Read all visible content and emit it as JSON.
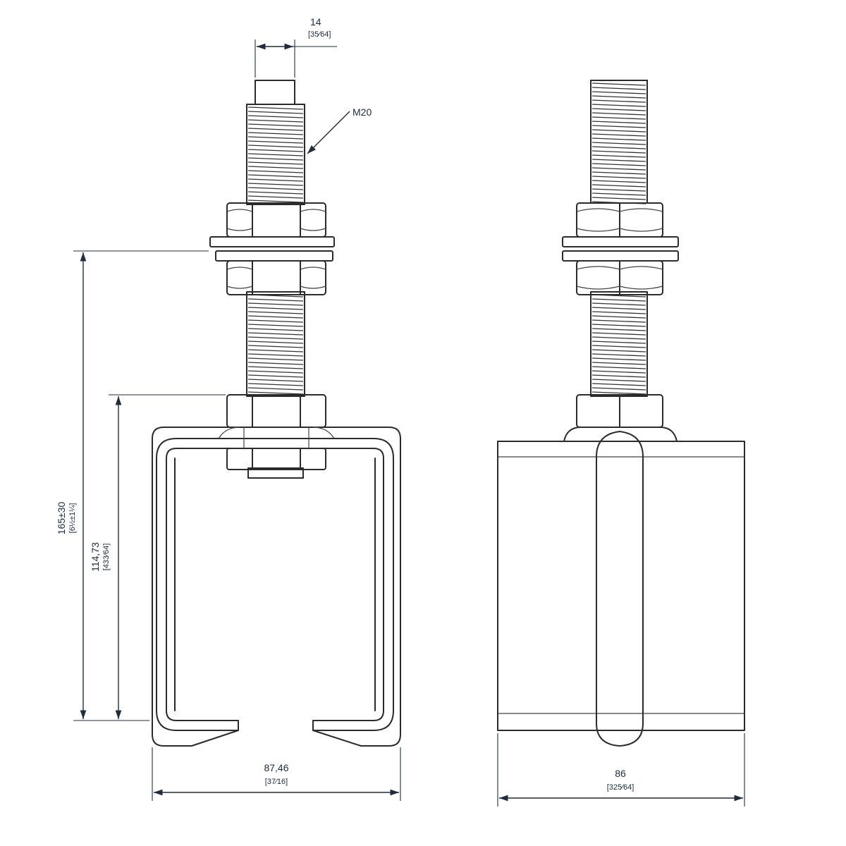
{
  "drawing": {
    "views": [
      "front-view",
      "side-view"
    ],
    "colors": {
      "line": "#2b2b2b",
      "dimension": "#1a2b40",
      "background": "#ffffff"
    }
  },
  "dimensions": {
    "thread_width": {
      "mm": "14",
      "inch": "[35⁄64]"
    },
    "thread_callout": "M20",
    "total_height": {
      "mm": "165±30",
      "inch": "[6½±1¼]"
    },
    "bracket_height": {
      "mm": "114,73",
      "inch": "[433⁄64]"
    },
    "bracket_width": {
      "mm": "87,46",
      "inch": "[37⁄16]"
    },
    "side_width": {
      "mm": "86",
      "inch": "[325⁄64]"
    }
  }
}
